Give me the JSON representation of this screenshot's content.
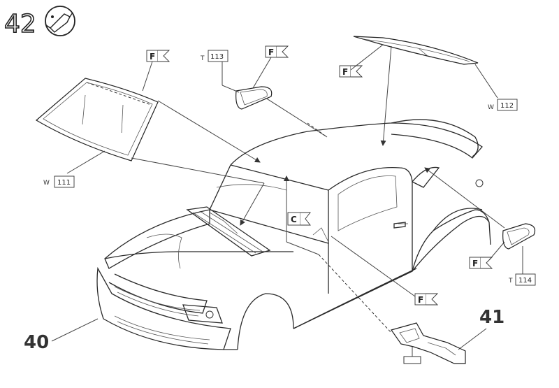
{
  "step_number": "42",
  "glue_icon": "glue-tube-icon",
  "subassembly_labels": {
    "car_body": "40",
    "interior": "41"
  },
  "parts": [
    {
      "prefix": "W",
      "number": "111"
    },
    {
      "prefix": "T",
      "number": "113"
    },
    {
      "prefix": "W",
      "number": "112"
    },
    {
      "prefix": "T",
      "number": "114"
    }
  ],
  "flag_letter": "F",
  "callout_letter": "C"
}
